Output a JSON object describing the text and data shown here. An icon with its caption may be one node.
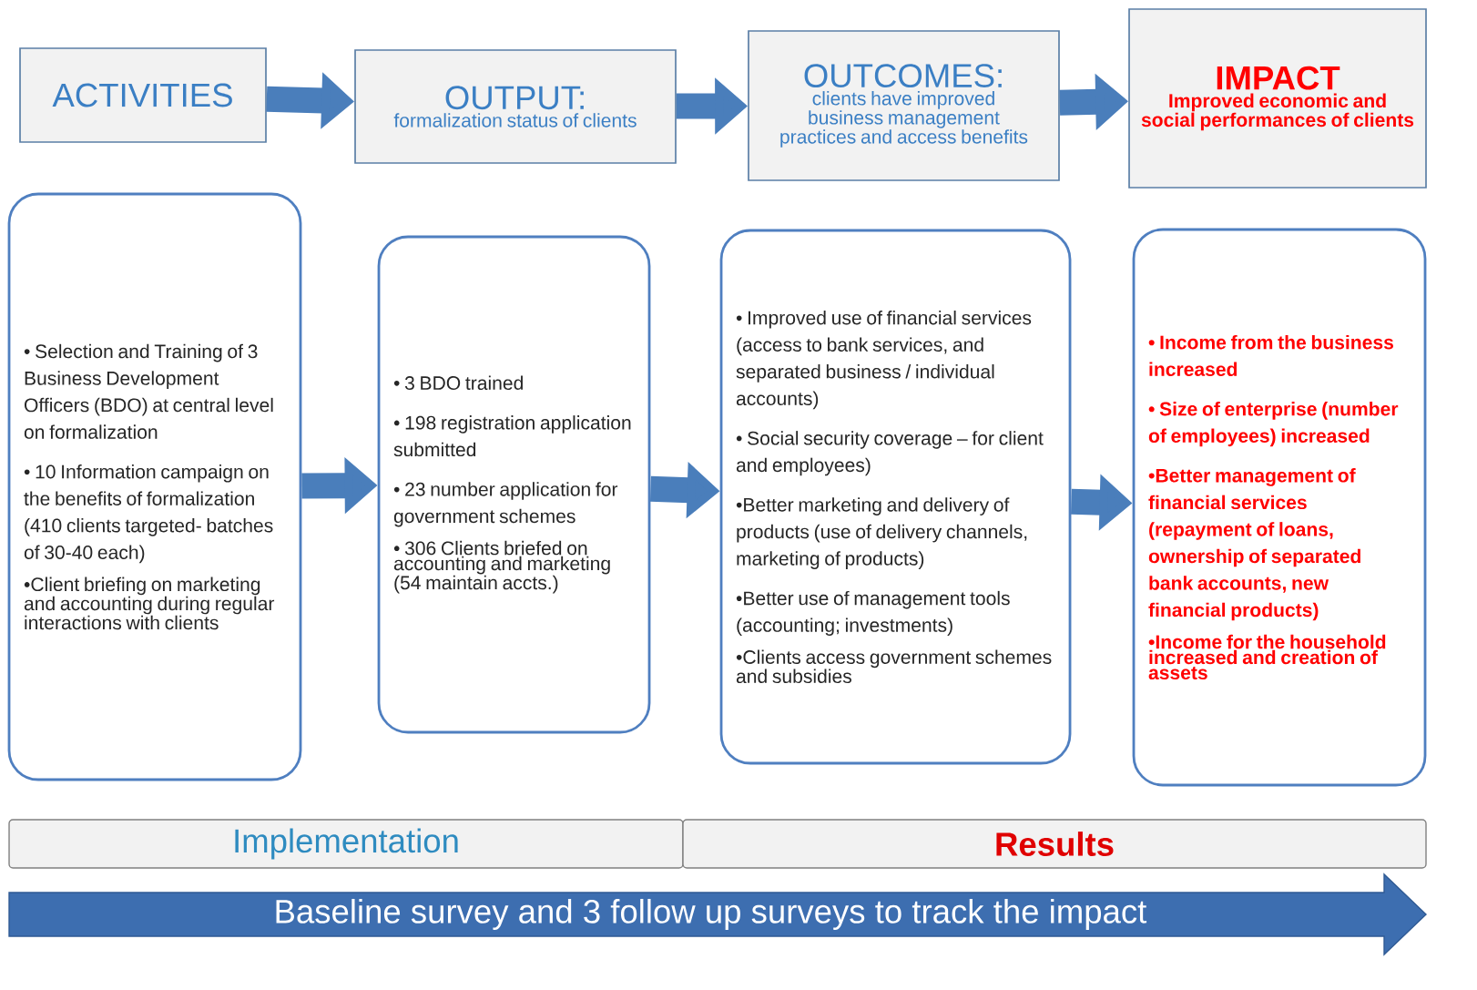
{
  "diagram": {
    "nodes": [
      {
        "text": [
          "ACTIVITIES"
        ]
      },
      {
        "text": [
          "OUTPUT:",
          "formalization status of clients"
        ]
      },
      {
        "text": [
          "OUTCOMES:",
          "clients have improved business management practices and access benefits"
        ]
      },
      {
        "text": [
          "IMPACT",
          "Improved economic and social performances of clients"
        ]
      },
      {
        "text": [
          "• Selection and Training of 3 Business Development Officers (BDO) at central level on formalization",
          "• 10 Information campaign on the benefits of formalization (410 clients targeted- batches of 30-40 each)",
          "•Client briefing on marketing and accounting during regular interactions with clients"
        ]
      },
      {
        "text": [
          "• 3 BDO trained",
          "• 198 registration application submitted",
          "• 23 number application for government schemes",
          "• 306 Clients briefed on accounting and marketing (54 maintain accts.)"
        ]
      },
      {
        "text": [
          "• Improved use of financial services (access to bank services, and separated business / individual accounts)",
          "• Social security coverage – for client and employees)",
          "•Better marketing and delivery of products (use of delivery channels, marketing of products)",
          "•Better use of management tools (accounting; investments)",
          "•Clients access government schemes and subsidies"
        ]
      },
      {
        "text": [
          "• Income from the business increased",
          "• Size of enterprise (number of employees) increased",
          "•Better management of financial services (repayment of loans, ownership of separated bank accounts, new financial products)",
          "•Income for the household increased and creation of assets"
        ]
      },
      {
        "text": [
          "Implementation"
        ]
      },
      {
        "text": [
          "Results"
        ]
      },
      {
        "text": [
          "Baseline survey and 3 follow up surveys to track the impact"
        ]
      }
    ],
    "edges": [
      {
        "from": 0,
        "to": 1,
        "arrow": "to"
      },
      {
        "from": 1,
        "to": 2,
        "arrow": "to"
      },
      {
        "from": 2,
        "to": 3,
        "arrow": "to"
      },
      {
        "from": 4,
        "to": 5,
        "arrow": "to"
      },
      {
        "from": 5,
        "to": 6,
        "arrow": "to"
      },
      {
        "from": 6,
        "to": 7,
        "arrow": "to"
      }
    ]
  }
}
